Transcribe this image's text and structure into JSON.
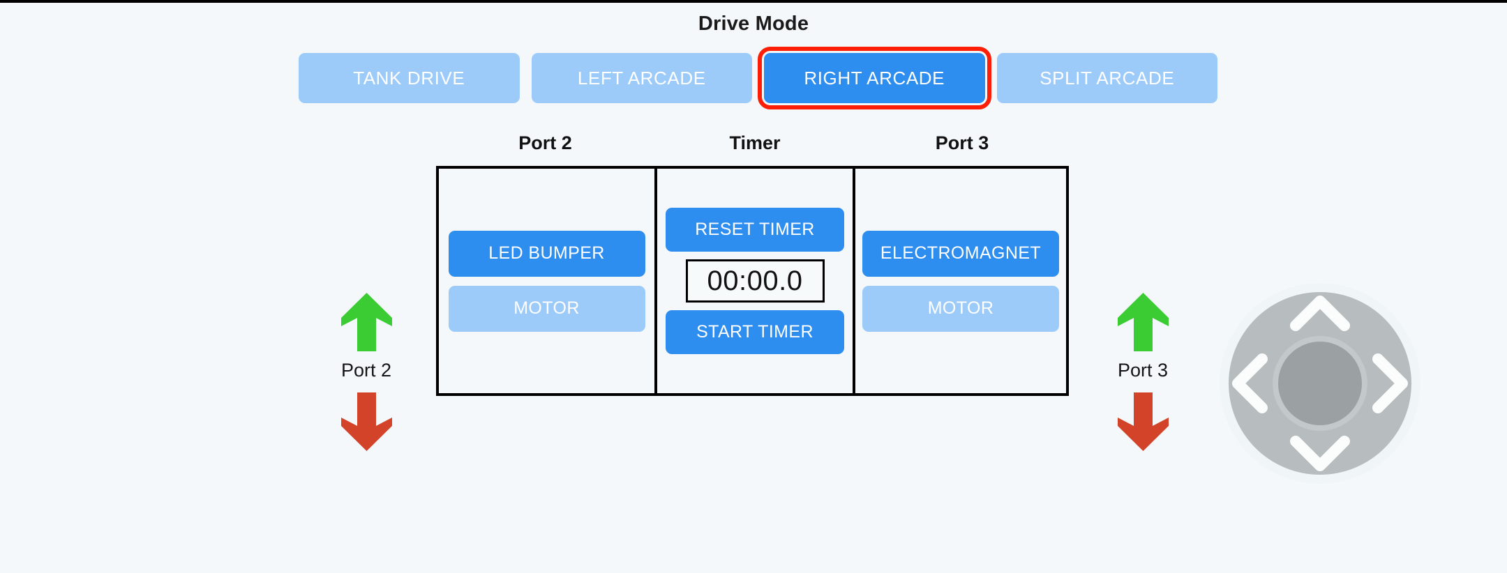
{
  "page": {
    "background_color": "#f4f8fa",
    "top_rule_color": "#000000"
  },
  "drive_mode": {
    "title": "Drive Mode",
    "options": [
      {
        "label": "TANK DRIVE",
        "selected": false
      },
      {
        "label": "LEFT ARCADE",
        "selected": false
      },
      {
        "label": "RIGHT ARCADE",
        "selected": true
      },
      {
        "label": "SPLIT ARCADE",
        "selected": false
      }
    ],
    "selected_label": "RIGHT ARCADE",
    "colors": {
      "inactive": "#9ccbfa",
      "active": "#2e8ef0",
      "selection_outline": "#fd1e07",
      "label": "#ffffff"
    }
  },
  "panels": {
    "headers": {
      "port2": "Port 2",
      "timer": "Timer",
      "port3": "Port 3"
    },
    "port2": {
      "buttons": [
        {
          "label": "LED BUMPER",
          "state": "active"
        },
        {
          "label": "MOTOR",
          "state": "inactive"
        }
      ]
    },
    "timer": {
      "reset_label": "RESET TIMER",
      "display": "00:00.0",
      "start_label": "START TIMER"
    },
    "port3": {
      "buttons": [
        {
          "label": "ELECTROMAGNET",
          "state": "active"
        },
        {
          "label": "MOTOR",
          "state": "inactive"
        }
      ]
    },
    "border_color": "#000000"
  },
  "port_controls": [
    {
      "label": "Port 2",
      "up_icon": "arrow-up-icon",
      "down_icon": "arrow-down-icon",
      "up_color": "#3bcc34",
      "down_color": "#d2432a"
    },
    {
      "label": "Port 3",
      "up_icon": "arrow-up-icon",
      "down_icon": "arrow-down-icon",
      "up_color": "#3bcc34",
      "down_color": "#d2432a"
    }
  ],
  "dpad": {
    "icon": "dpad-joystick-icon",
    "directions": [
      "up",
      "right",
      "down",
      "left"
    ],
    "ring_color": "#b7bcbe",
    "center_color": "#9ba1a3",
    "chevron_color": "#fbfdfd"
  }
}
